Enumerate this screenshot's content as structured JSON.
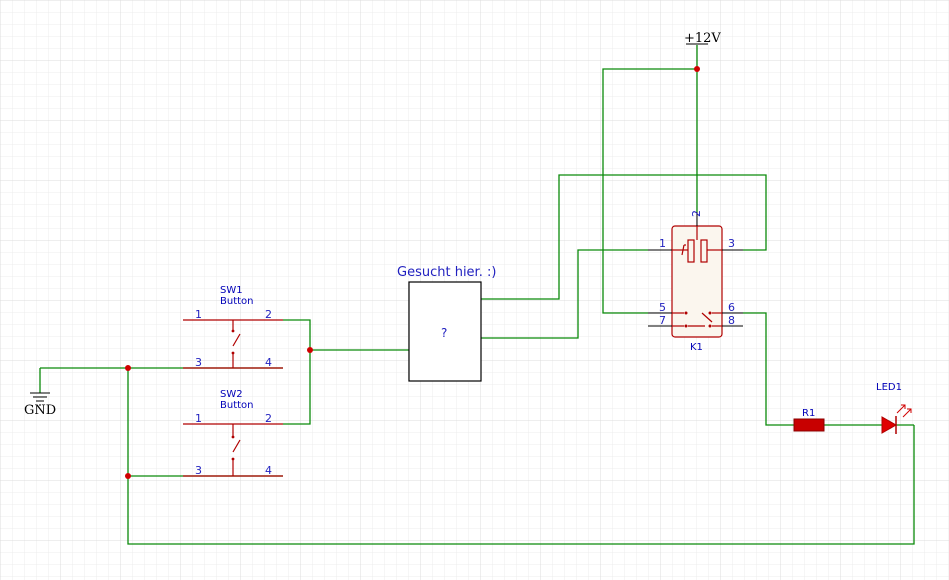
{
  "colors": {
    "wire": "#0a8a0a",
    "component": "#b00000",
    "junction": "#d00000",
    "label": "#0000b8",
    "grid_minor": "#ececec",
    "grid_major": "#dcdcdc"
  },
  "power": {
    "label": "+12V"
  },
  "ground": {
    "label": "GND"
  },
  "unknown_block": {
    "caption": "Gesucht hier. :)",
    "label": "?"
  },
  "sw1": {
    "ref": "SW1",
    "value": "Button",
    "pins": [
      "1",
      "2",
      "3",
      "4"
    ]
  },
  "sw2": {
    "ref": "SW2",
    "value": "Button",
    "pins": [
      "1",
      "2",
      "3",
      "4"
    ]
  },
  "relay": {
    "ref": "K1",
    "pins": [
      "1",
      "2",
      "3",
      "5",
      "7",
      "6",
      "8"
    ]
  },
  "resistor": {
    "ref": "R1"
  },
  "led": {
    "ref": "LED1"
  }
}
